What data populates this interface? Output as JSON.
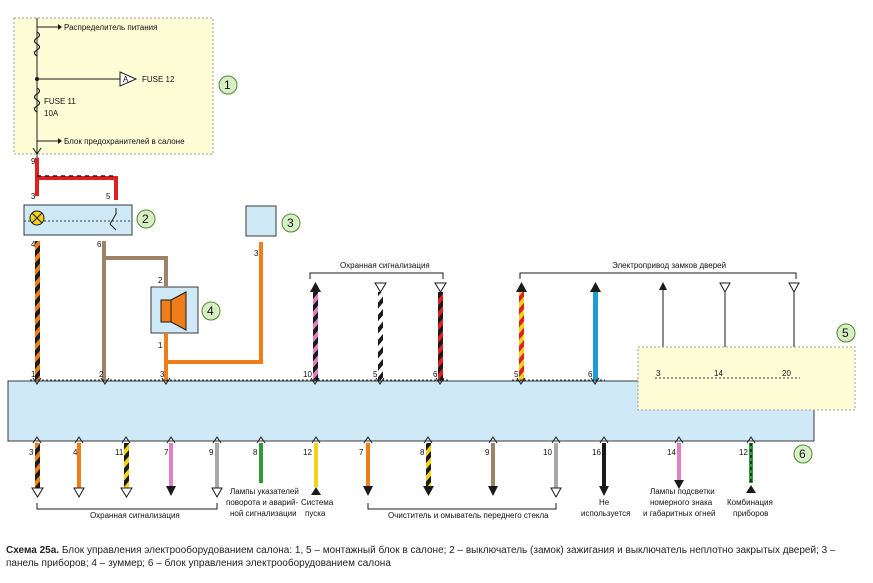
{
  "colors": {
    "block_panel": "#fffdd6",
    "block_panel_border": "#9e9e9e",
    "control_unit": "#cfe9f7",
    "control_unit_border": "#3a3a3a",
    "callout_fill": "#d8eec7",
    "callout_border": "#4a8a2e",
    "wire_red": "#e02020",
    "wire_orange": "#ef7d1a",
    "wire_tan": "#9d8468",
    "wire_blue": "#1d9bd6",
    "wire_green": "#2f9a3a",
    "wire_yellow": "#f3d21b",
    "wire_pink": "#e27fc4",
    "wire_gray": "#a8a8a8",
    "wire_black": "#1a1a1a"
  },
  "labels": {
    "power_distributor": "Распределитель питания",
    "fuse12_connector": "A",
    "fuse12": "FUSE 12",
    "fuse11": "FUSE 11",
    "fuse11_rating": "10A",
    "cabin_fuse_block": "Блок предохранителей в салоне",
    "alarm_top": "Охранная сигнализация",
    "door_locks": "Электропривод замков дверей",
    "alarm_bottom": "Охранная сигнализация",
    "turn_hazard_1": "Лампы указателей",
    "turn_hazard_2": "поворота и аварий-",
    "turn_hazard_3": "ной сигнализации",
    "start_1": "Система",
    "start_2": "пуска",
    "wiper_washer": "Очиститель и омыватель переднего стекла",
    "unused_1": "Не",
    "unused_2": "используется",
    "plate_lamps_1": "Лампы подсветки",
    "plate_lamps_2": "номерного знака",
    "plate_lamps_3": "и габаритных огней",
    "cluster_1": "Комбинация",
    "cluster_2": "приборов"
  },
  "callouts": [
    "1",
    "2",
    "3",
    "4",
    "5",
    "6"
  ],
  "pins": {
    "p9": "9",
    "p3_switch": "3",
    "p5_switch": "5",
    "p4_switch": "4",
    "p6_switch": "6",
    "p3_panel": "3",
    "p2_buzzer": "2",
    "p1_buzzer": "1",
    "unit_top": [
      "1",
      "2",
      "3",
      "10",
      "5",
      "6",
      "5",
      "6"
    ],
    "block5": [
      "3",
      "14",
      "20"
    ],
    "unit_bottom": [
      "3",
      "4",
      "11",
      "7",
      "9",
      "8",
      "12",
      "7",
      "8",
      "9",
      "10",
      "16",
      "14",
      "12"
    ]
  },
  "caption": {
    "title": "Схема 25а.",
    "text": "Блок управления электрооборудованием салона: 1, 5 – монтажный блок в салоне; 2 – выключатель (замок) зажигания и выключатель неплотно закрытых дверей; 3 – панель приборов; 4 – зуммер; 6 – блок управления электрооборудованием салона"
  }
}
